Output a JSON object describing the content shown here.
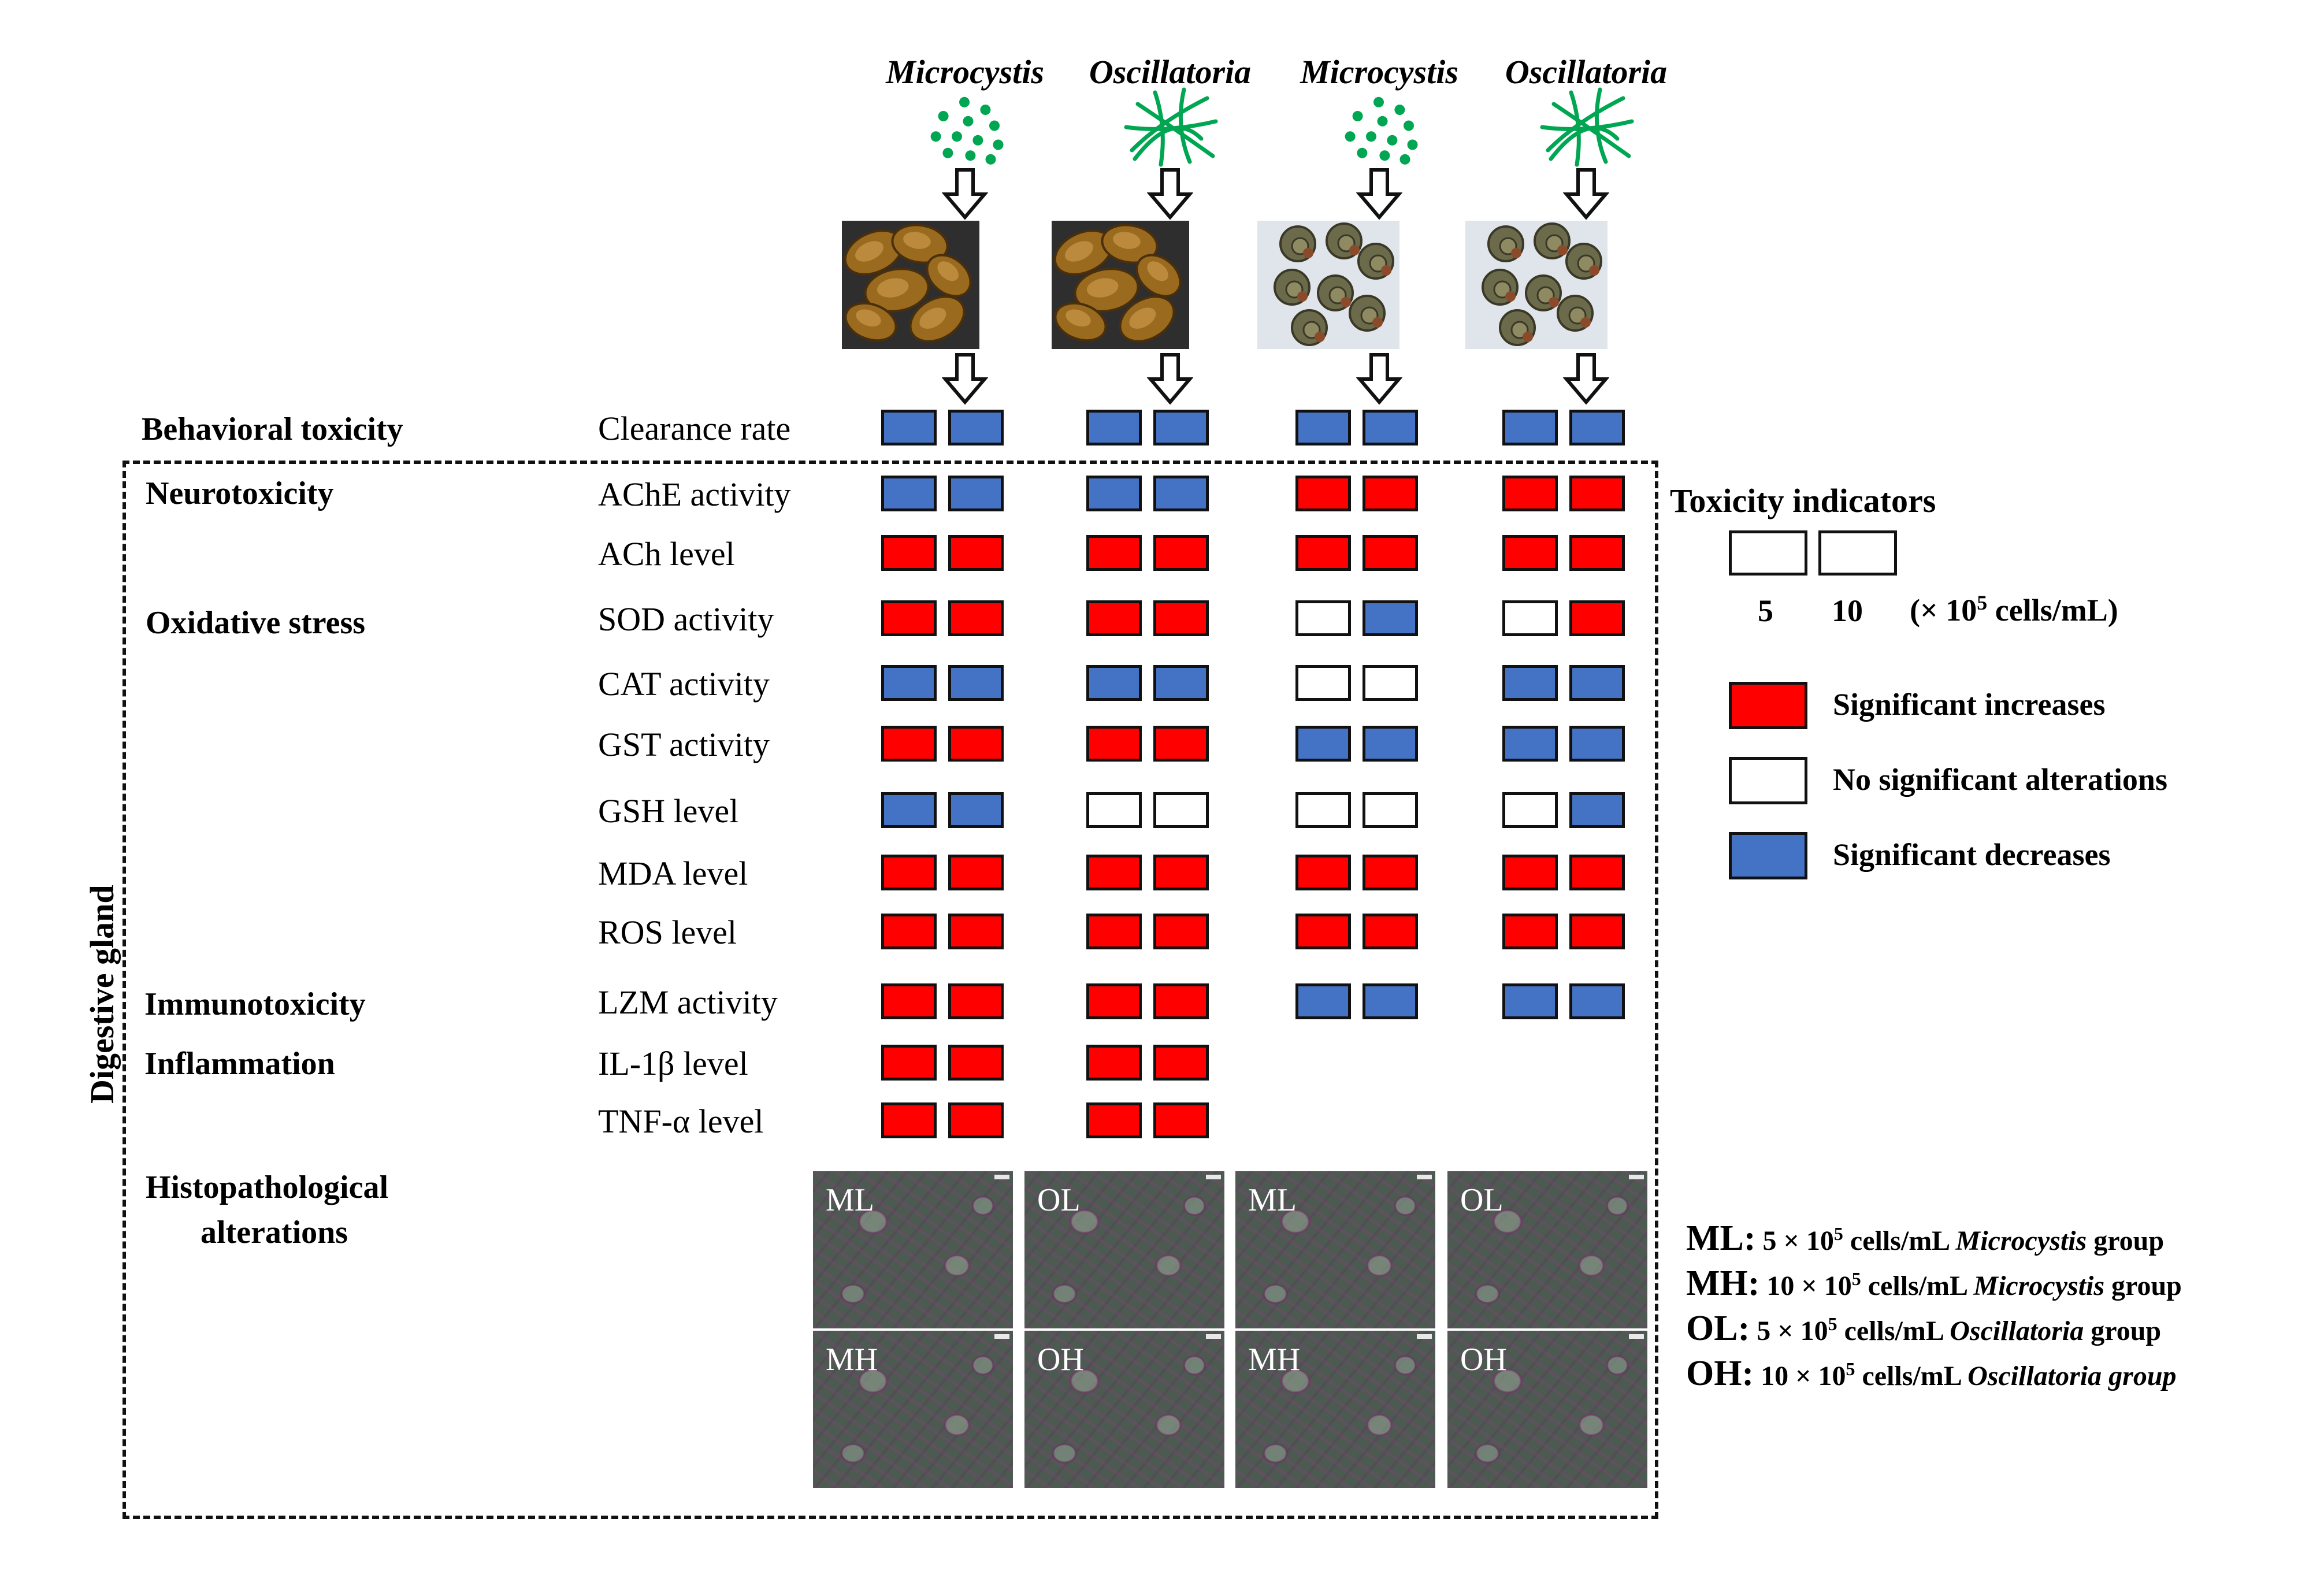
{
  "colors": {
    "increase": "#ff0000",
    "no_change": "#ffffff",
    "decrease": "#4472c4",
    "algae": "#00a651"
  },
  "organisms": [
    "Microcystis",
    "Oscillatoria",
    "Microcystis",
    "Oscillatoria"
  ],
  "organism_icons": [
    "dots-icon",
    "filament-icon",
    "dots-icon",
    "filament-icon"
  ],
  "animal_icons": [
    "mussel-photo",
    "mussel-photo",
    "snail-photo",
    "snail-photo"
  ],
  "categories": {
    "behavioral": "Behavioral toxicity",
    "neuro": "Neurotoxicity",
    "oxidative": "Oxidative stress",
    "immuno": "Immunotoxicity",
    "inflammation": "Inflammation",
    "histo_line1": "Histopathological",
    "histo_line2": "alterations"
  },
  "vertical_label": "Digestive gland",
  "indicators": [
    {
      "label": "Clearance rate",
      "values": [
        [
          "d",
          "d"
        ],
        [
          "d",
          "d"
        ],
        [
          "d",
          "d"
        ],
        [
          "d",
          "d"
        ]
      ]
    },
    {
      "label": "AChE activity",
      "values": [
        [
          "d",
          "d"
        ],
        [
          "d",
          "d"
        ],
        [
          "i",
          "i"
        ],
        [
          "i",
          "i"
        ]
      ]
    },
    {
      "label": "ACh level",
      "values": [
        [
          "i",
          "i"
        ],
        [
          "i",
          "i"
        ],
        [
          "i",
          "i"
        ],
        [
          "i",
          "i"
        ]
      ]
    },
    {
      "label": "SOD activity",
      "values": [
        [
          "i",
          "i"
        ],
        [
          "i",
          "i"
        ],
        [
          "n",
          "d"
        ],
        [
          "n",
          "i"
        ]
      ]
    },
    {
      "label": "CAT activity",
      "values": [
        [
          "d",
          "d"
        ],
        [
          "d",
          "d"
        ],
        [
          "n",
          "n"
        ],
        [
          "d",
          "d"
        ]
      ]
    },
    {
      "label": "GST activity",
      "values": [
        [
          "i",
          "i"
        ],
        [
          "i",
          "i"
        ],
        [
          "d",
          "d"
        ],
        [
          "d",
          "d"
        ]
      ]
    },
    {
      "label": "GSH level",
      "values": [
        [
          "d",
          "d"
        ],
        [
          "n",
          "n"
        ],
        [
          "n",
          "n"
        ],
        [
          "n",
          "d"
        ]
      ]
    },
    {
      "label": "MDA level",
      "values": [
        [
          "i",
          "i"
        ],
        [
          "i",
          "i"
        ],
        [
          "i",
          "i"
        ],
        [
          "i",
          "i"
        ]
      ]
    },
    {
      "label": "ROS level",
      "values": [
        [
          "i",
          "i"
        ],
        [
          "i",
          "i"
        ],
        [
          "i",
          "i"
        ],
        [
          "i",
          "i"
        ]
      ]
    },
    {
      "label": "LZM activity",
      "values": [
        [
          "i",
          "i"
        ],
        [
          "i",
          "i"
        ],
        [
          "d",
          "d"
        ],
        [
          "d",
          "d"
        ]
      ]
    },
    {
      "label": "IL-1β level",
      "values": [
        [
          "i",
          "i"
        ],
        [
          "i",
          "i"
        ],
        null,
        null
      ]
    },
    {
      "label": "TNF-α level",
      "values": [
        [
          "i",
          "i"
        ],
        [
          "i",
          "i"
        ],
        null,
        null
      ]
    }
  ],
  "histology": {
    "top": [
      "ML",
      "OL",
      "ML",
      "OL"
    ],
    "bottom": [
      "MH",
      "OH",
      "MH",
      "OH"
    ]
  },
  "legend": {
    "title": "Toxicity indicators",
    "conc_low": "5",
    "conc_high": "10",
    "unit_prefix": "(× 10",
    "unit_exp": "5",
    "unit_suffix": " cells/mL)",
    "increase": "Significant increases",
    "no_change": "No significant alterations",
    "decrease": "Significant decreases"
  },
  "definitions": [
    {
      "key": "ML:",
      "conc": "5",
      "organism": "Microcystis",
      "group": "group",
      "group_italic": false
    },
    {
      "key": "MH:",
      "conc": "10",
      "organism": "Microcystis",
      "group": "group",
      "group_italic": false
    },
    {
      "key": "OL:",
      "conc": "5",
      "organism": "Oscillatoria",
      "group": "group",
      "group_italic": false
    },
    {
      "key": "OH:",
      "conc": "10",
      "organism": "Oscillatoria",
      "group": "group",
      "group_italic": true
    }
  ],
  "definition_parts": {
    "times": " × 10",
    "exp": "5",
    "unit": " cells/mL "
  }
}
